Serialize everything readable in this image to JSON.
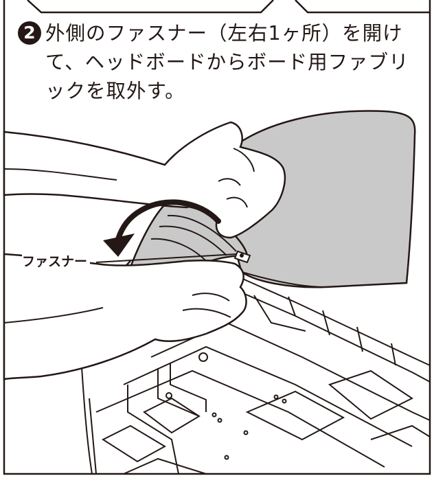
{
  "step": {
    "number": "2",
    "text": "外側のファスナー（左右1ヶ所）を開けて、ヘッドボードからボード用ファブリックを取外す。"
  },
  "callout": {
    "label": "ファスナー"
  },
  "colors": {
    "ink": "#231815",
    "fabric_gray": "#c9c9c9",
    "background": "#ffffff"
  }
}
